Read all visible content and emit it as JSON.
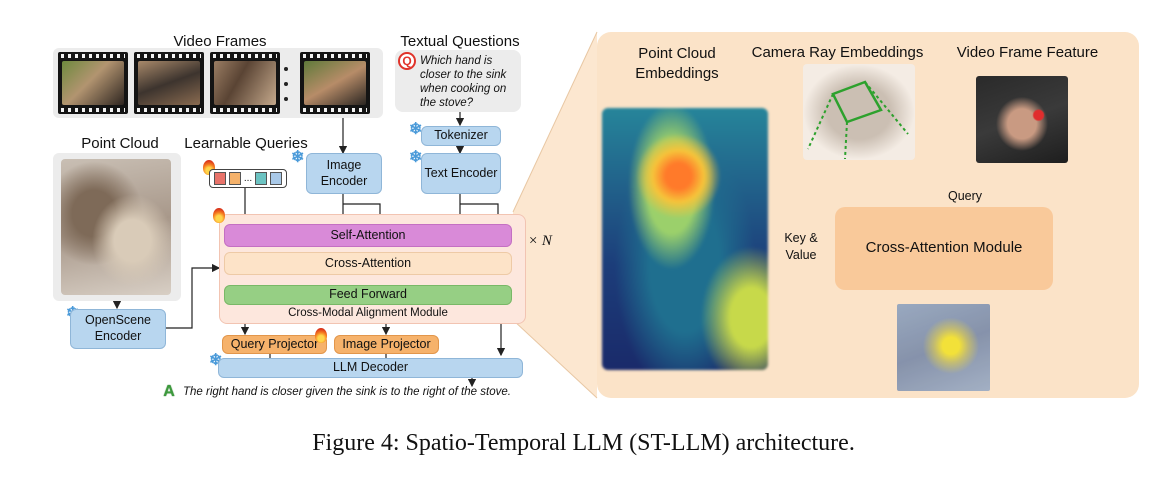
{
  "labels": {
    "video_frames": "Video Frames",
    "textual_questions": "Textual Questions",
    "question_text": "Which hand is closer to the sink when cooking on the stove?",
    "point_cloud": "Point Cloud",
    "learnable_queries": "Learnable Queries",
    "image_encoder": "Image Encoder",
    "tokenizer": "Tokenizer",
    "text_encoder": "Text Encoder",
    "self_attention": "Self-Attention",
    "cross_attention": "Cross-Attention",
    "feed_forward": "Feed Forward",
    "cma_module": "Cross-Modal Alignment Module",
    "times_n": "× N",
    "openscene_encoder": "OpenScene Encoder",
    "query_projector": "Query Projector",
    "image_projector": "Image Projector",
    "llm_decoder": "LLM Decoder",
    "answer_text": "The right hand is closer given the sink is to the right of the stove.",
    "q_badge": "Q",
    "a_badge": "A",
    "point_cloud_embeddings": "Point Cloud Embeddings",
    "camera_ray_embeddings": "Camera Ray Embeddings",
    "video_frame_feature": "Video Frame Feature",
    "query": "Query",
    "key_value": "Key & Value",
    "cross_attention_module": "Cross-Attention Module",
    "caption": "Figure 4: Spatio-Temporal LLM (ST-LLM) architecture."
  },
  "colors": {
    "self_attention": "#d98ad8",
    "cross_attention": "#fde3c8",
    "feed_forward": "#96cf84",
    "cma_bg": "#fde7dd",
    "encoder_blue": "#b8d6ef",
    "projector_orange": "#f6b26b",
    "zoom_panel": "#fbe3c8",
    "cross_attention_module": "#f9c99a"
  },
  "icons": [
    "snowflake-icon",
    "fire-icon",
    "question-icon",
    "answer-icon",
    "ellipsis-icon"
  ]
}
